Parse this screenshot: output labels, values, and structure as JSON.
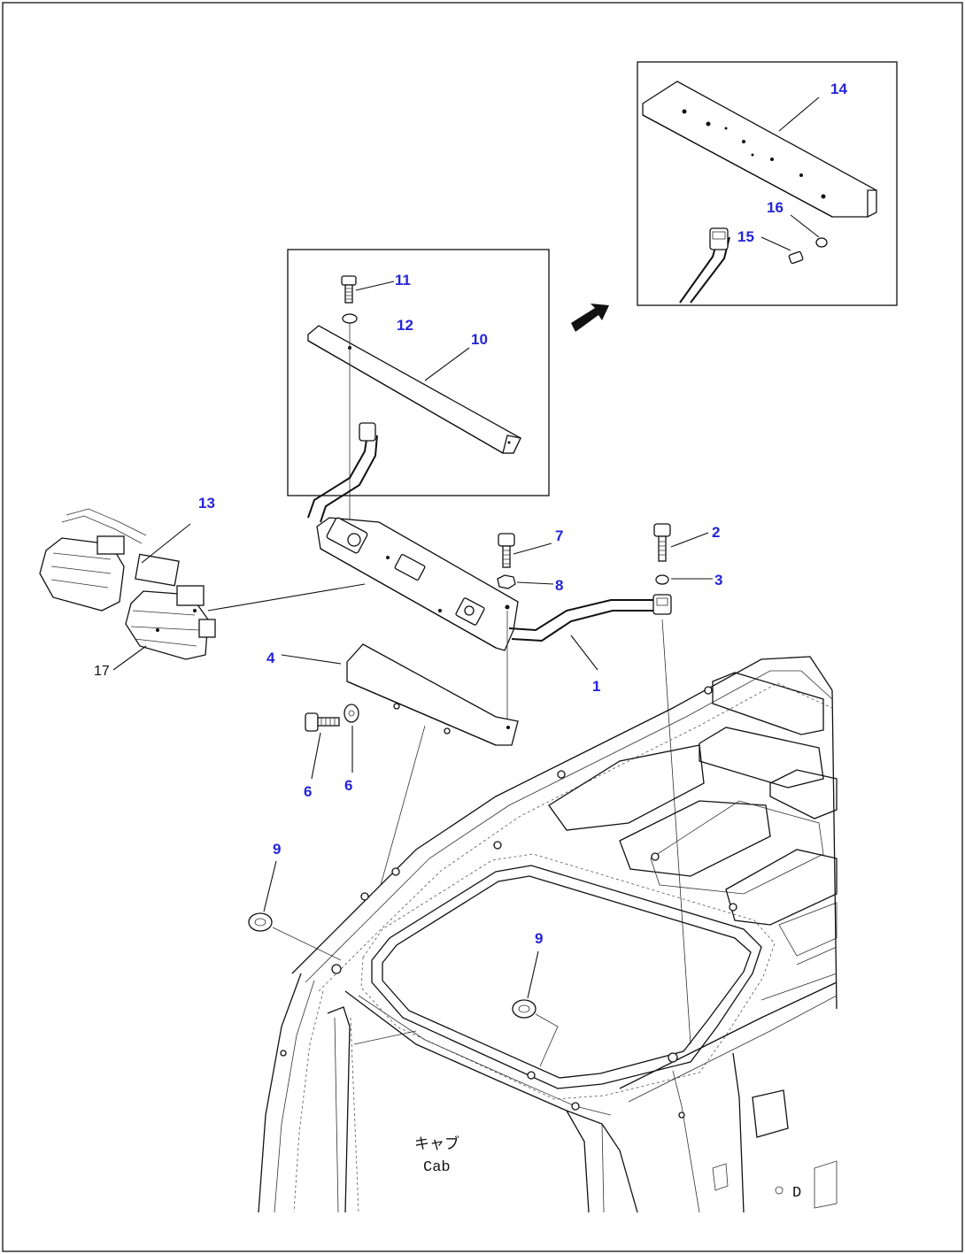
{
  "diagram": {
    "callouts": {
      "c1": "1",
      "c2": "2",
      "c3": "3",
      "c4": "4",
      "c6a": "6",
      "c6b": "6",
      "c7": "7",
      "c8": "8",
      "c9a": "9",
      "c9b": "9",
      "c10": "10",
      "c11": "11",
      "c12": "12",
      "c13": "13",
      "c14": "14",
      "c15": "15",
      "c16": "16",
      "c17": "17"
    },
    "cab_label_jp": "キャブ",
    "cab_label_en": "Cab",
    "cab_corner_mark": "D",
    "colors": {
      "callout": "#2424d8",
      "line": "#111111"
    }
  }
}
